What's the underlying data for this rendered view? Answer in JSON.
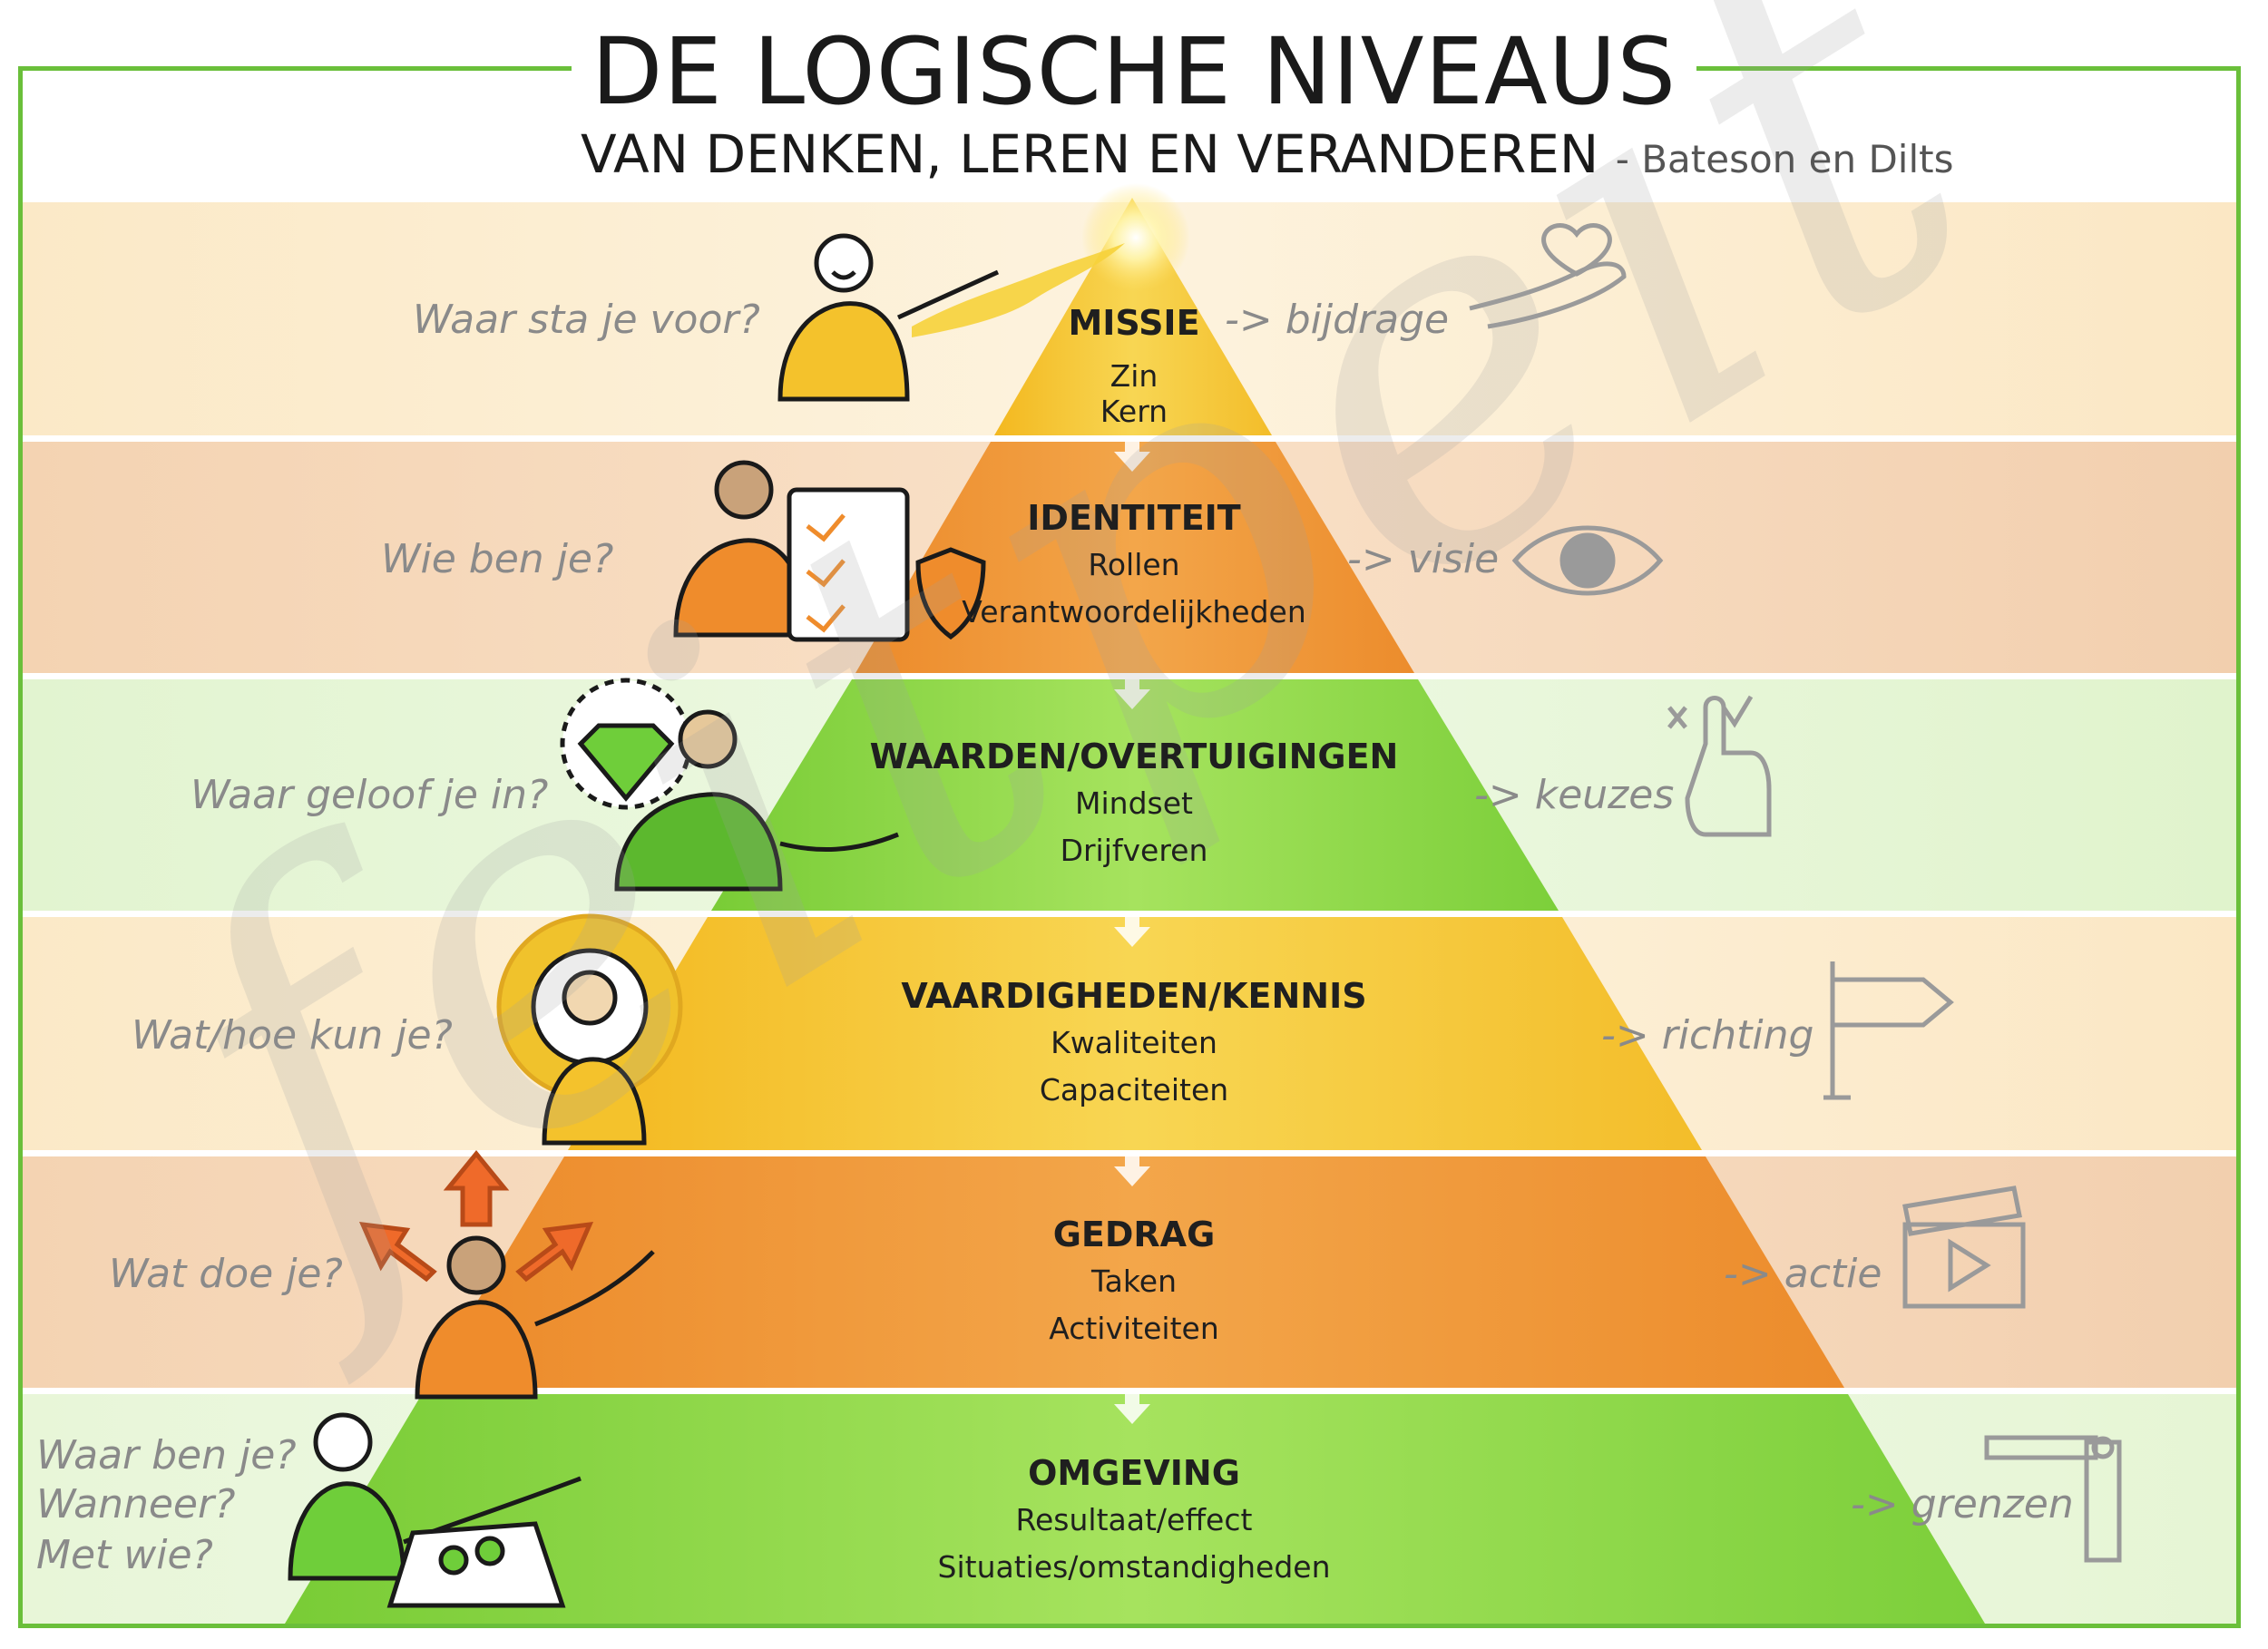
{
  "header": {
    "title": "DE LOGISCHE NIVEAUS",
    "subtitle": "VAN DENKEN, LEREN EN VERANDEREN",
    "authors": "- Bateson en Dilts"
  },
  "levels": [
    {
      "title": "MISSIE",
      "lines": [
        "Zin",
        "Kern"
      ],
      "question": [
        "Waar sta je voor?"
      ],
      "outcome": "-> bijdrage",
      "color": "#f6c93a"
    },
    {
      "title": "IDENTITEIT",
      "lines": [
        "Rollen",
        "Verantwoordelijkheden"
      ],
      "question": [
        "Wie ben je?"
      ],
      "outcome": "-> visie",
      "color": "#ef9a3a"
    },
    {
      "title": "WAARDEN/OVERTUIGINGEN",
      "lines": [
        "Mindset",
        "Drijfveren"
      ],
      "question": [
        "Waar geloof je in?"
      ],
      "outcome": "-> keuzes",
      "color": "#8fd94a"
    },
    {
      "title": "VAARDIGHEDEN/KENNIS",
      "lines": [
        "Kwaliteiten",
        "Capaciteiten"
      ],
      "question": [
        "Wat/hoe kun je?"
      ],
      "outcome": "-> richting",
      "color": "#f6c93a"
    },
    {
      "title": "GEDRAG",
      "lines": [
        "Taken",
        "Activiteiten"
      ],
      "question": [
        "Wat doe je?"
      ],
      "outcome": "-> actie",
      "color": "#ef9a3a"
    },
    {
      "title": "OMGEVING",
      "lines": [
        "Resultaat/effect",
        "Situaties/omstandigheden"
      ],
      "question": [
        "Waar ben je?",
        "Wanneer?",
        "Met wie?"
      ],
      "outcome": "-> grenzen",
      "color": "#8fd94a"
    }
  ],
  "colors": {
    "frame": "#6abf3a",
    "yellow": "#f6c93a",
    "orange": "#ef9a3a",
    "green": "#8fd94a",
    "text_gray": "#8a8a8a"
  },
  "icons": [
    "helping-hand-heart-icon",
    "eye-icon",
    "pointing-hand-icon",
    "signpost-icon",
    "clapperboard-icon",
    "barrier-gate-icon",
    "gem-icon",
    "gear-icon",
    "clipboard-icon",
    "shield-icon",
    "arrow-up-icon",
    "map-icon"
  ],
  "watermark": "feitpeit"
}
